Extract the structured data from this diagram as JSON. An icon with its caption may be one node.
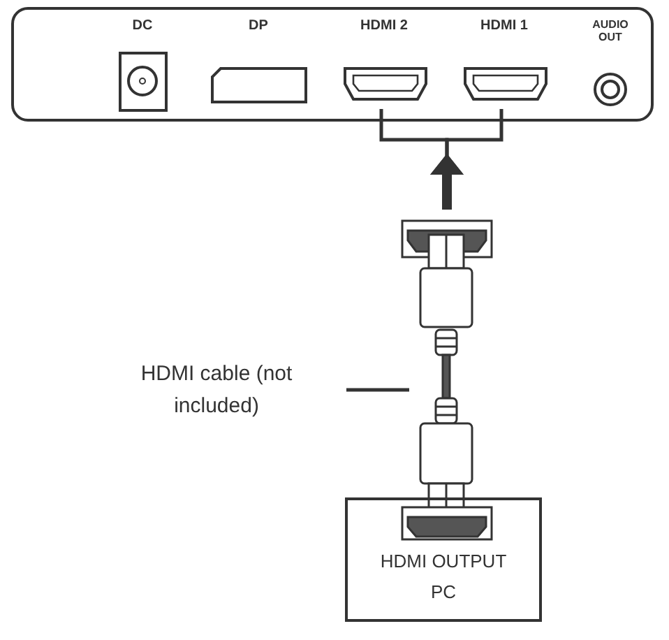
{
  "diagram": {
    "nodes": [
      {
        "text": [],
        "shape": "box"
      },
      {
        "text": [
          "DC"
        ],
        "in": 0
      },
      {
        "text": [
          "DP"
        ],
        "in": 0
      },
      {
        "text": [
          "HDMI 2"
        ],
        "in": 0
      },
      {
        "text": [
          "HDMI 1"
        ],
        "in": 0
      },
      {
        "text": [
          "AUDIO OUT"
        ],
        "in": 0
      },
      {
        "text": [],
        "shape": "picture"
      },
      {
        "text": [
          "HDMI OUTPUT",
          "PC"
        ]
      },
      {
        "text": [
          "HDMI cable (not included)"
        ]
      }
    ],
    "edges": [
      {
        "from": 6,
        "to": 3,
        "arrow": "to"
      },
      {
        "from": 6,
        "to": 4,
        "arrow": "to"
      },
      {
        "from": 8,
        "to": 6,
        "arrow": "none"
      }
    ]
  }
}
